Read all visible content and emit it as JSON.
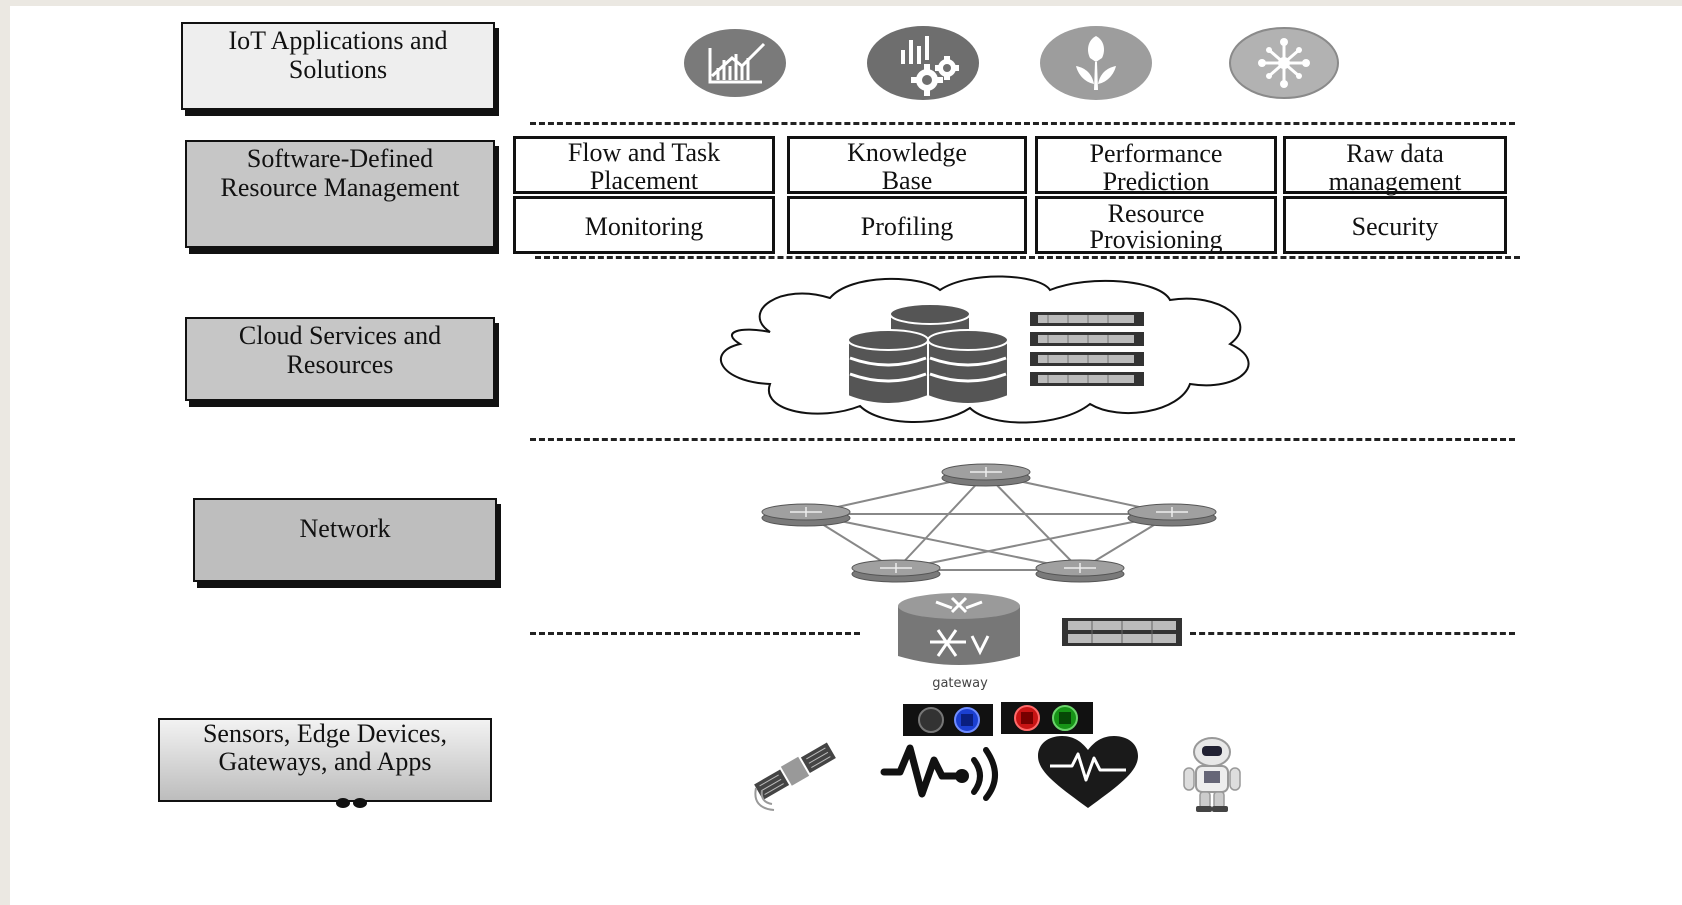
{
  "layers": {
    "iot": "IoT Applications and Solutions",
    "sdrm": "Software-Defined Resource Management",
    "cloud": "Cloud Services and Resources",
    "network": "Network",
    "sensors": "Sensors, Edge Devices, Gateways, and Apps"
  },
  "modules": {
    "top_row": [
      "Flow and Task Placement",
      "Knowledge Base",
      "Performance Prediction",
      "Raw data management"
    ],
    "bottom_row": [
      "Monitoring",
      "Profiling",
      "Resource Provisioning",
      "Security"
    ]
  },
  "gateway_label": "gateway",
  "icons": {
    "applications": [
      "analytics-chart-icon",
      "analytics-gear-icon",
      "agriculture-plant-icon",
      "network-hub-icon"
    ],
    "cloud": [
      "database-cylinders-icon",
      "server-rack-icon"
    ],
    "network": "router-mesh-icon",
    "gateway": "gateway-router-icon",
    "devices": [
      "chip-board-icon",
      "satellite-icon",
      "sound-wave-icon",
      "heart-rate-icon",
      "robot-icon"
    ]
  }
}
